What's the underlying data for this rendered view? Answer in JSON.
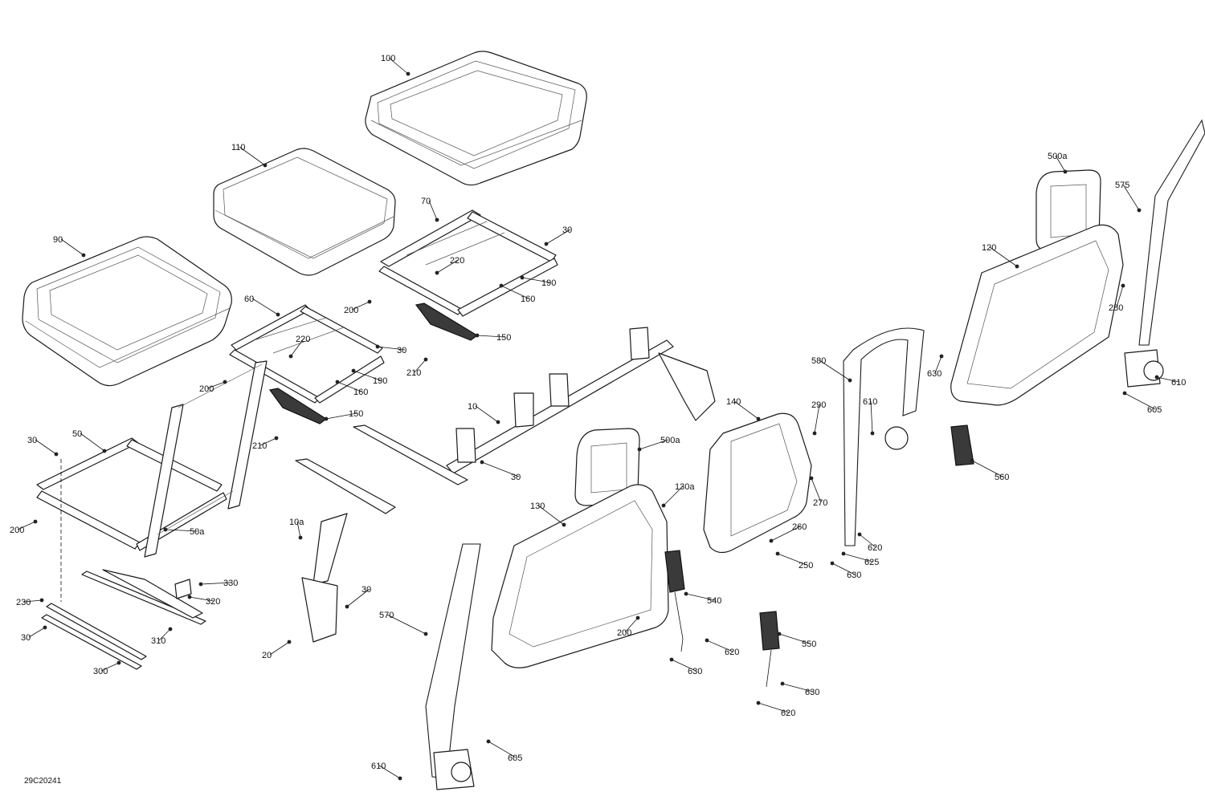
{
  "diagram_code": "29C20241",
  "callouts": [
    {
      "id": "c100",
      "label": "100"
    },
    {
      "id": "c110",
      "label": "110"
    },
    {
      "id": "c90",
      "label": "90"
    },
    {
      "id": "c70",
      "label": "70"
    },
    {
      "id": "c30a",
      "label": "30"
    },
    {
      "id": "c220a",
      "label": "220"
    },
    {
      "id": "c190a",
      "label": "190"
    },
    {
      "id": "c160a",
      "label": "160"
    },
    {
      "id": "c200a",
      "label": "200"
    },
    {
      "id": "c150a",
      "label": "150"
    },
    {
      "id": "c210a",
      "label": "210"
    },
    {
      "id": "c60",
      "label": "60"
    },
    {
      "id": "c220b",
      "label": "220"
    },
    {
      "id": "c30b",
      "label": "30"
    },
    {
      "id": "c190b",
      "label": "190"
    },
    {
      "id": "c160b",
      "label": "160"
    },
    {
      "id": "c200b",
      "label": "200"
    },
    {
      "id": "c150b",
      "label": "150"
    },
    {
      "id": "c210b",
      "label": "210"
    },
    {
      "id": "c10",
      "label": "10"
    },
    {
      "id": "c30c",
      "label": "30"
    },
    {
      "id": "c50",
      "label": "50"
    },
    {
      "id": "c30d",
      "label": "30"
    },
    {
      "id": "c200c",
      "label": "200"
    },
    {
      "id": "c50a",
      "label": "50a"
    },
    {
      "id": "c330",
      "label": "330"
    },
    {
      "id": "c320",
      "label": "320"
    },
    {
      "id": "c230",
      "label": "230"
    },
    {
      "id": "c310",
      "label": "310"
    },
    {
      "id": "c30e",
      "label": "30"
    },
    {
      "id": "c300",
      "label": "300"
    },
    {
      "id": "c10a",
      "label": "10a"
    },
    {
      "id": "c30f",
      "label": "30"
    },
    {
      "id": "c20",
      "label": "20"
    },
    {
      "id": "c500a1",
      "label": "500a"
    },
    {
      "id": "c130a",
      "label": "130a"
    },
    {
      "id": "c130",
      "label": "130"
    },
    {
      "id": "c200d",
      "label": "200"
    },
    {
      "id": "c570",
      "label": "570"
    },
    {
      "id": "c540",
      "label": "540"
    },
    {
      "id": "c620a",
      "label": "620"
    },
    {
      "id": "c630a",
      "label": "630"
    },
    {
      "id": "c550",
      "label": "550"
    },
    {
      "id": "c630b",
      "label": "630"
    },
    {
      "id": "c620b",
      "label": "620"
    },
    {
      "id": "c605a",
      "label": "605"
    },
    {
      "id": "c610a",
      "label": "610"
    },
    {
      "id": "c140",
      "label": "140"
    },
    {
      "id": "c290",
      "label": "290"
    },
    {
      "id": "c270",
      "label": "270"
    },
    {
      "id": "c260",
      "label": "260"
    },
    {
      "id": "c250",
      "label": "250"
    },
    {
      "id": "c580",
      "label": "580"
    },
    {
      "id": "c610b",
      "label": "610"
    },
    {
      "id": "c620c",
      "label": "620"
    },
    {
      "id": "c625",
      "label": "625"
    },
    {
      "id": "c630c",
      "label": "630"
    },
    {
      "id": "c630d",
      "label": "630"
    },
    {
      "id": "c560",
      "label": "560"
    },
    {
      "id": "c500a2",
      "label": "500a"
    },
    {
      "id": "c120",
      "label": "120"
    },
    {
      "id": "c575",
      "label": "575"
    },
    {
      "id": "c280",
      "label": "280"
    },
    {
      "id": "c610c",
      "label": "610"
    },
    {
      "id": "c605b",
      "label": "605"
    }
  ]
}
